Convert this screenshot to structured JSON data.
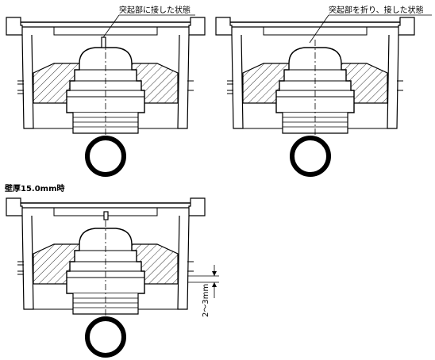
{
  "panels": [
    {
      "heading": "",
      "callout": "突起部に接した状態"
    },
    {
      "heading": "",
      "callout": "突起部を折り、接した状態"
    },
    {
      "heading": "壁厚15.0mm時",
      "callout": ""
    }
  ],
  "dimension": {
    "label": "2～3mm"
  },
  "colors": {
    "line": "#000000",
    "background": "#ffffff"
  }
}
